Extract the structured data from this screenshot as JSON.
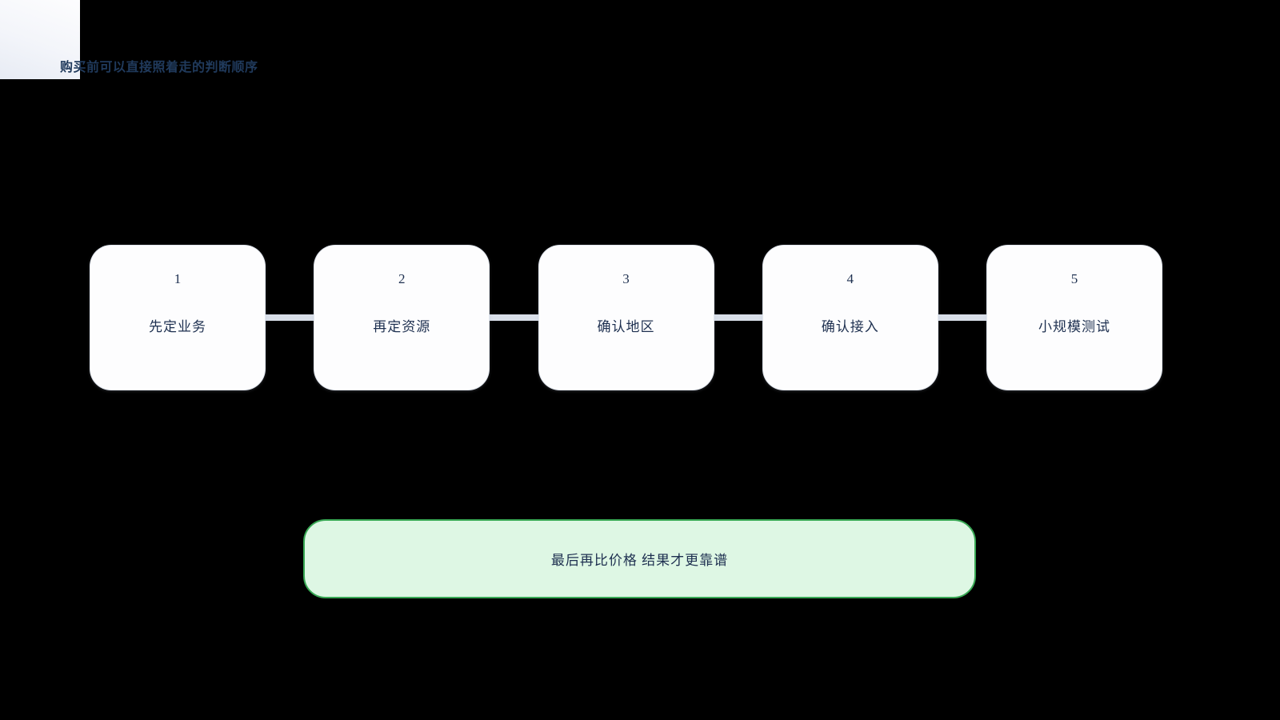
{
  "page": {
    "title": "购买前可以直接照着走的判断顺序"
  },
  "flow": {
    "steps": [
      {
        "number": "1",
        "label": "先定业务"
      },
      {
        "number": "2",
        "label": "再定资源"
      },
      {
        "number": "3",
        "label": "确认地区"
      },
      {
        "number": "4",
        "label": "确认接入"
      },
      {
        "number": "5",
        "label": "小规模测试"
      }
    ],
    "result": "最后再比价格 结果才更靠谱"
  },
  "colors": {
    "background": "#000000",
    "box_fill": "#fdfdfe",
    "connector": "#d9dfe9",
    "text_navy": "#1e3050",
    "title_navy": "#203a5c",
    "result_fill": "#def7e4",
    "result_border": "#38a854"
  }
}
